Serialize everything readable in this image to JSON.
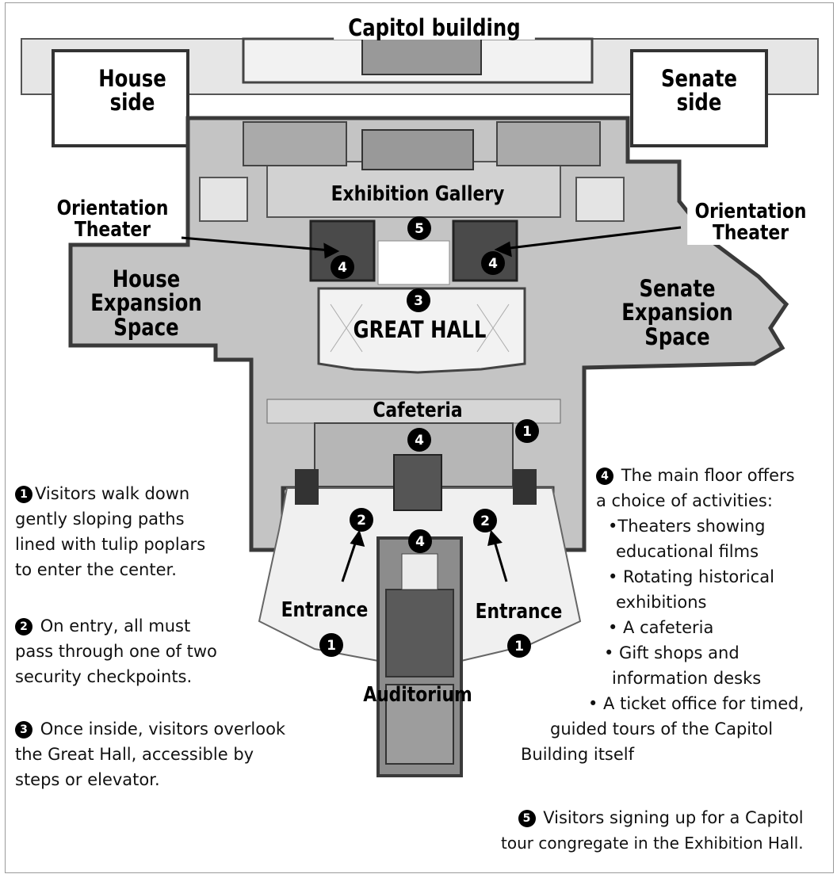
{
  "title": "Capitol building",
  "labels": {
    "house_side": [
      "House",
      "side"
    ],
    "senate_side": [
      "Senate",
      "side"
    ],
    "exhibition_gallery": "Exhibition Gallery",
    "orientation_left": [
      "Orientation",
      "Theater"
    ],
    "orientation_right": [
      "Orientation",
      "Theater"
    ],
    "house_expansion": [
      "House",
      "Expansion",
      "Space"
    ],
    "senate_expansion": [
      "Senate",
      "Expansion",
      "Space"
    ],
    "great_hall": "GREAT HALL",
    "cafeteria": "Cafeteria",
    "entrance_left": "Entrance",
    "entrance_right": "Entrance",
    "auditorium": "Auditorium"
  },
  "markers": {
    "m5": "5",
    "m4a": "4",
    "m4b": "4",
    "m3": "3",
    "m4c": "4",
    "m1a": "1",
    "m2a": "2",
    "m2b": "2",
    "m4d": "4",
    "m1b": "1",
    "m1c": "1"
  },
  "notes": {
    "note1": {
      "num": "1",
      "lines": [
        "Visitors walk down",
        "gently sloping paths",
        "lined with tulip poplars",
        "to enter the center."
      ]
    },
    "note2": {
      "num": "2",
      "lines": [
        "On entry, all must",
        "pass through one of two",
        "security checkpoints."
      ]
    },
    "note3": {
      "num": "3",
      "lines": [
        "Once inside, visitors overlook",
        "the Great Hall, accessible by",
        "steps or elevator."
      ]
    },
    "note4": {
      "num": "4",
      "lines": [
        "The main floor offers",
        "a choice of activities:",
        "•Theaters showing",
        "educational films",
        "• Rotating historical",
        "exhibitions",
        "• A cafeteria",
        "• Gift shops and",
        "information desks",
        "• A ticket office for timed,",
        "guided tours of the Capitol",
        "Building itself"
      ]
    },
    "note5": {
      "num": "5",
      "lines": [
        "Visitors signing up for a Capitol",
        "tour congregate in the Exhibition Hall."
      ]
    }
  },
  "colors": {
    "floor": "#c4c4c4",
    "wall": "#3a3a3a",
    "hall": "#ececec",
    "dark": "#5a5a5a"
  }
}
